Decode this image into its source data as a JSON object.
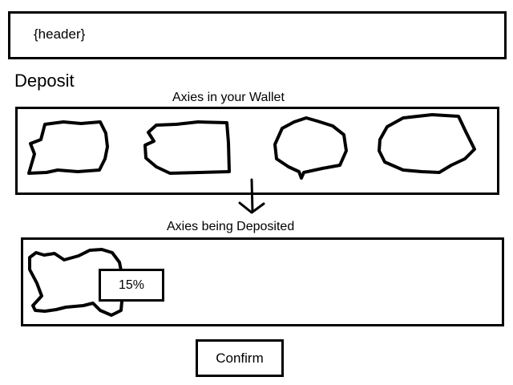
{
  "header": {
    "text": "{header}"
  },
  "page": {
    "title": "Deposit"
  },
  "wallet": {
    "label": "Axies in your Wallet",
    "axies": [
      "axie",
      "axie",
      "axie",
      "axie"
    ]
  },
  "deposit": {
    "label": "Axies being Deposited",
    "axies": [
      "axie"
    ],
    "percent": "15%"
  },
  "actions": {
    "confirm_label": "Confirm"
  },
  "colors": {
    "ink": "#000000",
    "background": "#ffffff"
  }
}
